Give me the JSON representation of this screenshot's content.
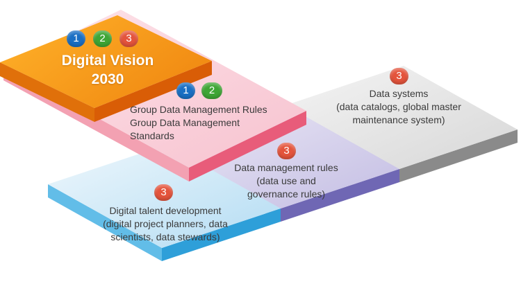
{
  "colors": {
    "badge_1": "#1a6fc4",
    "badge_2": "#3ea635",
    "badge_3": "#e4543c"
  },
  "vision": {
    "title_line1": "Digital Vision",
    "title_line2": "2030",
    "badges": [
      "1",
      "2",
      "3"
    ]
  },
  "group_rules": {
    "badges": [
      "1",
      "2"
    ],
    "line1": "Group Data Management Rules",
    "line2": "Group Data Management",
    "line3": "Standards"
  },
  "data_systems": {
    "badge": "3",
    "line1": "Data systems",
    "line2": "(data catalogs, global master",
    "line3": "maintenance system)"
  },
  "data_mgmt": {
    "badge": "3",
    "line1": "Data management rules",
    "line2": "(data use and",
    "line3": "governance rules)"
  },
  "talent": {
    "badge": "3",
    "line1": "Digital talent development",
    "line2": "(digital project planners, data",
    "line3": "scientists, data stewards)"
  }
}
